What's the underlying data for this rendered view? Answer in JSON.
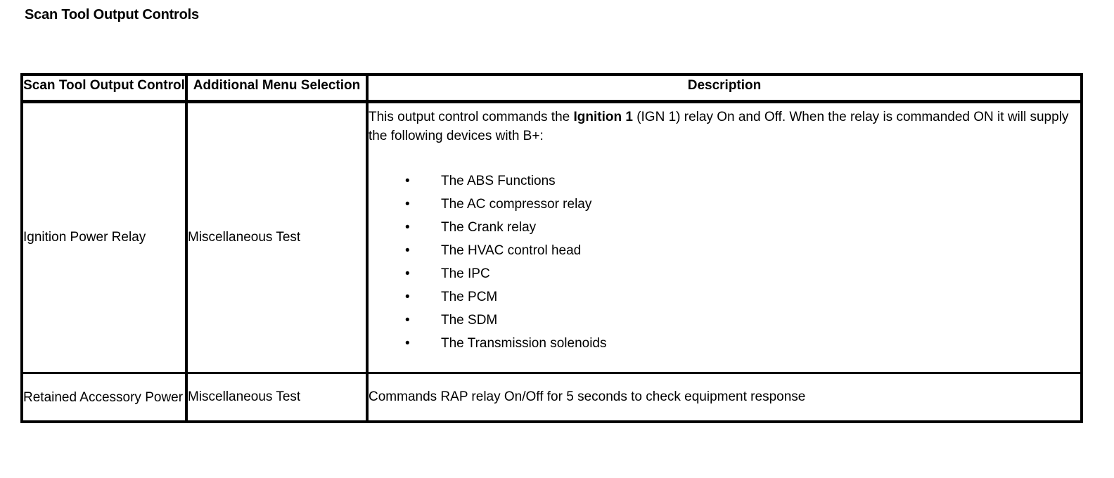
{
  "page": {
    "title": "Scan Tool Output Controls"
  },
  "table": {
    "headers": {
      "control": "Scan Tool Output Control",
      "menu": "Additional Menu Selection",
      "description": "Description"
    },
    "rows": [
      {
        "control": "Ignition Power Relay",
        "menu": "Miscellaneous Test",
        "description_intro_before": "This output control commands the ",
        "description_intro_keyword": "Ignition 1",
        "description_intro_after": " (IGN 1) relay On and Off. When the relay is commanded ON it will supply the following devices with B+:",
        "devices": [
          "The ABS Functions",
          "The AC compressor relay",
          "The Crank relay",
          "The HVAC control head",
          "The IPC",
          "The PCM",
          "The SDM",
          "The Transmission solenoids"
        ]
      },
      {
        "control": "Retained Accessory Power",
        "menu": "Miscellaneous Test",
        "description": "Commands RAP relay On/Off for 5 seconds to check equipment response"
      }
    ]
  },
  "colors": {
    "background": "#ffffff",
    "text": "#000000",
    "border": "#000000"
  }
}
